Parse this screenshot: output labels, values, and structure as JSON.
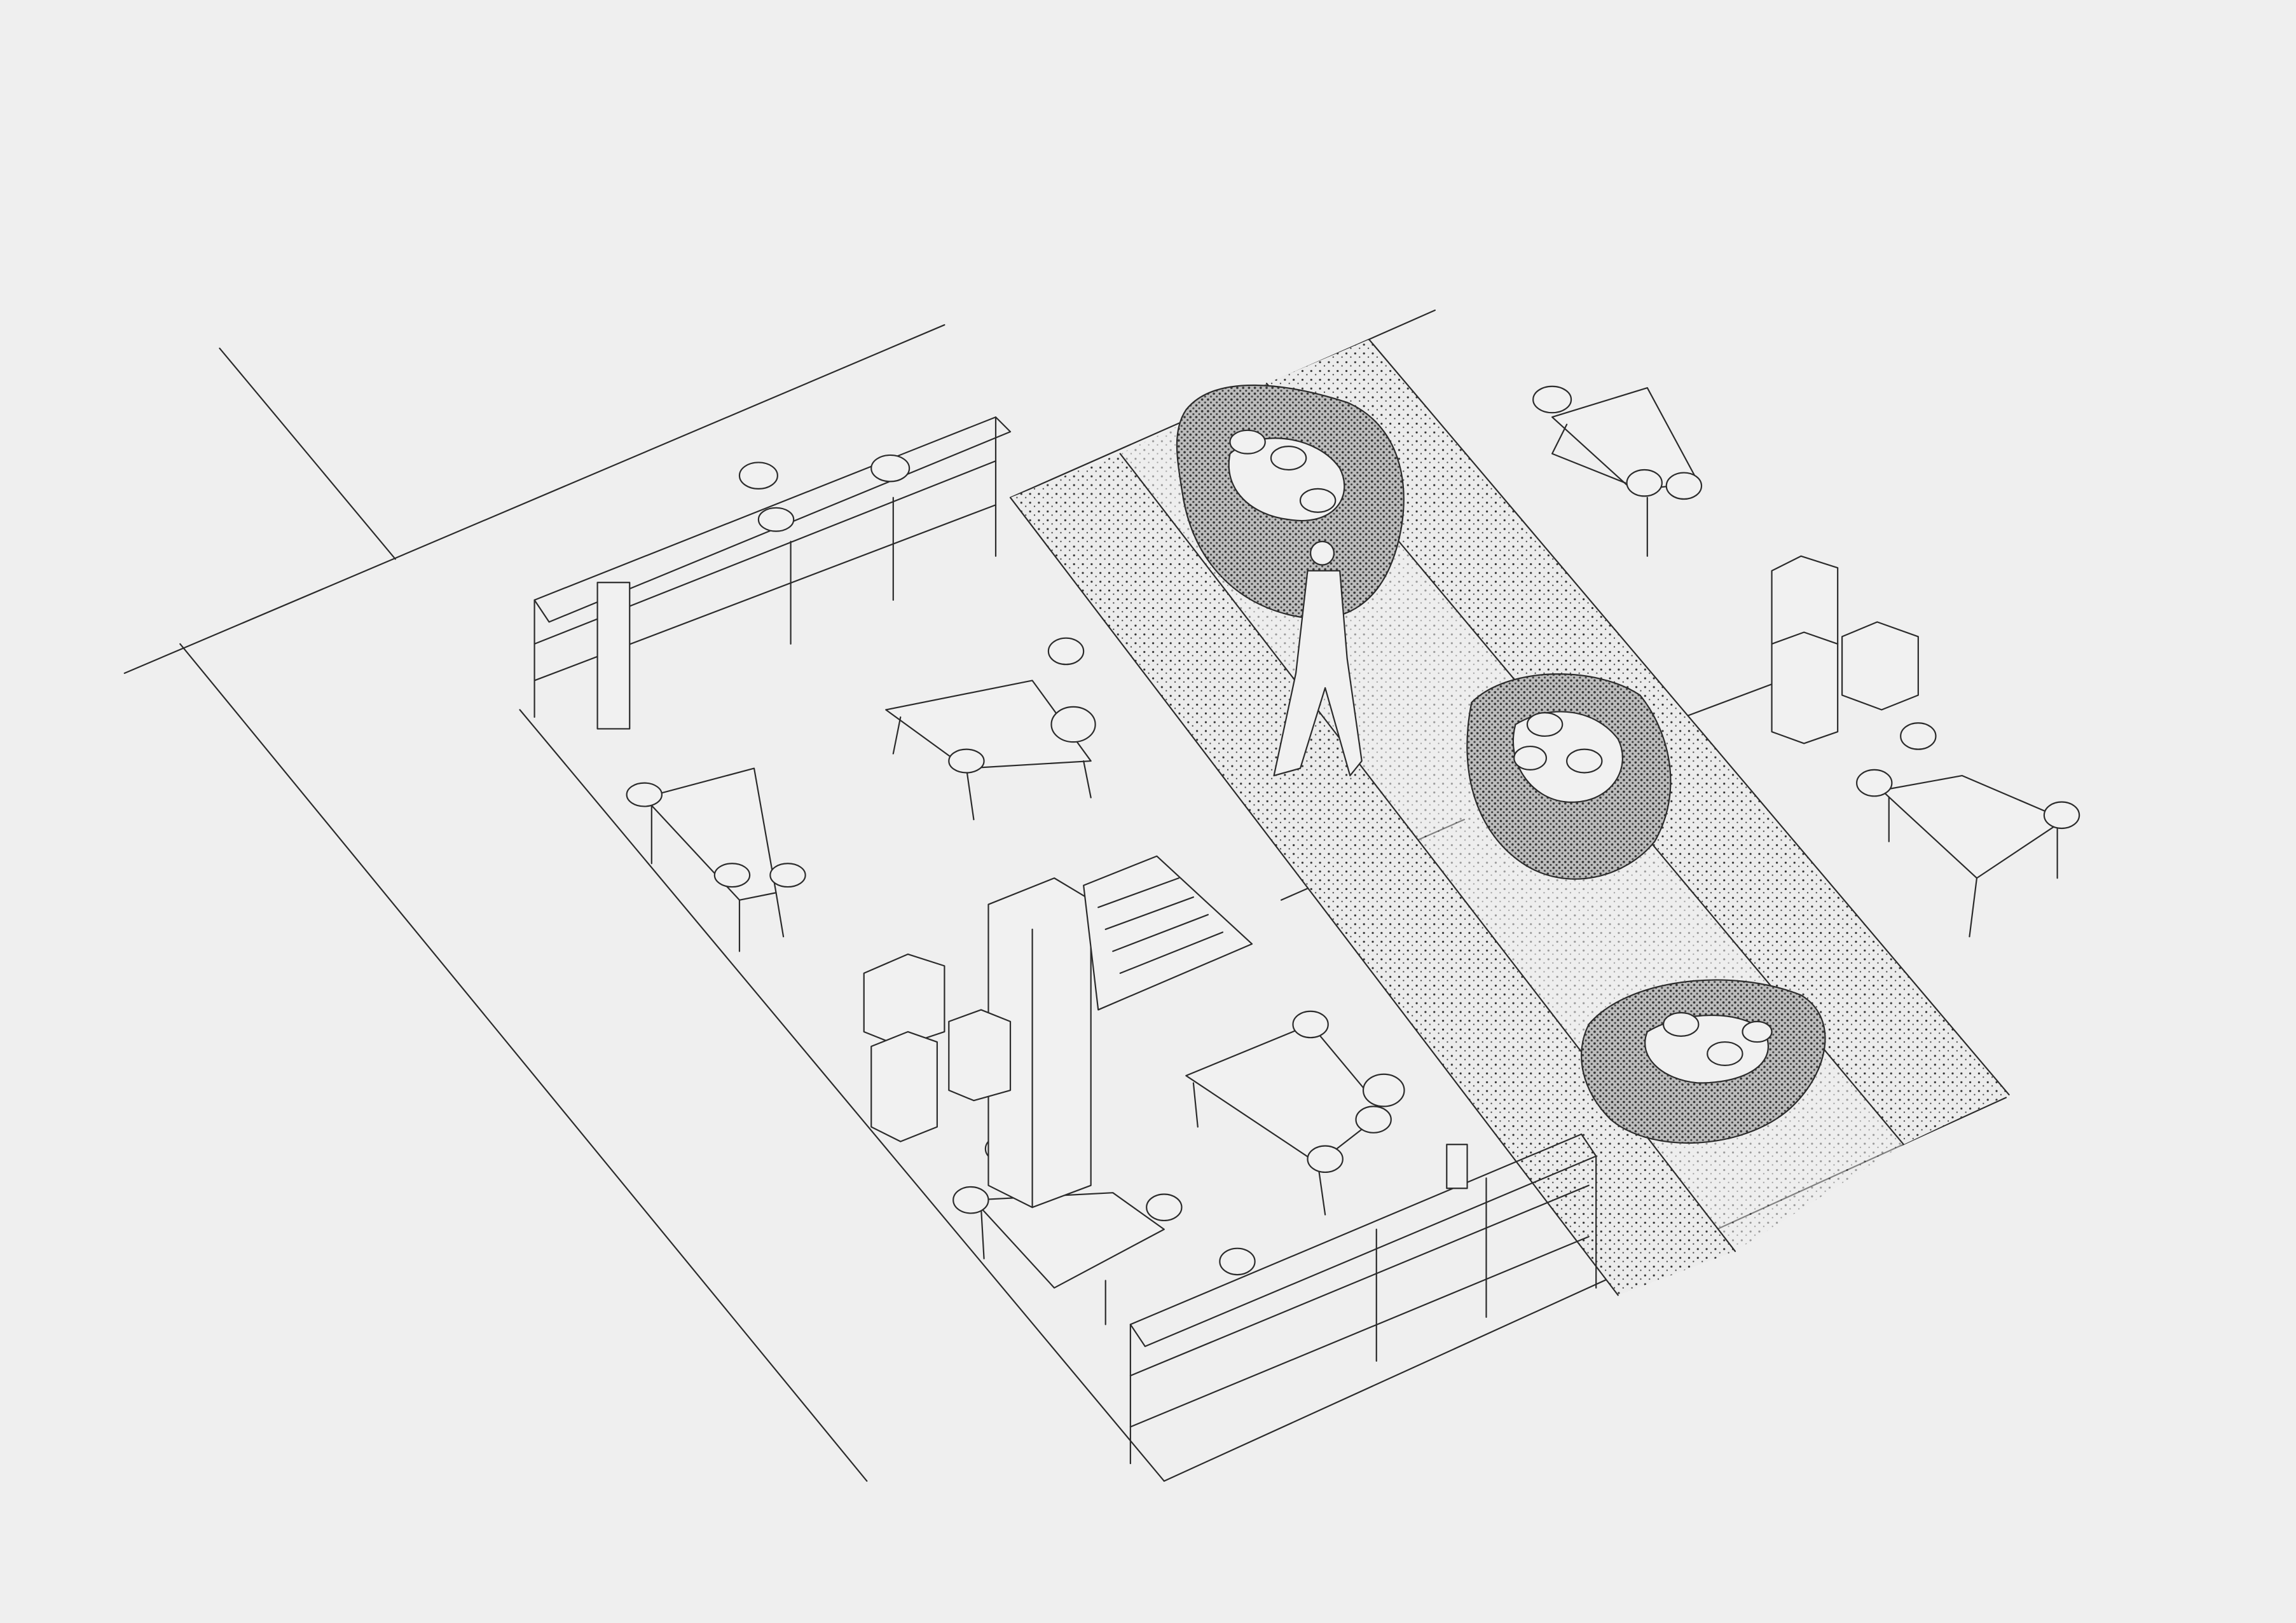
{
  "colors": {
    "paper": "#efefef",
    "ink": "#2b2b2b"
  },
  "elements": {
    "rock_displays": 3,
    "shelving_units": 2,
    "display_tables": 6,
    "stool_pedestals": 7
  }
}
